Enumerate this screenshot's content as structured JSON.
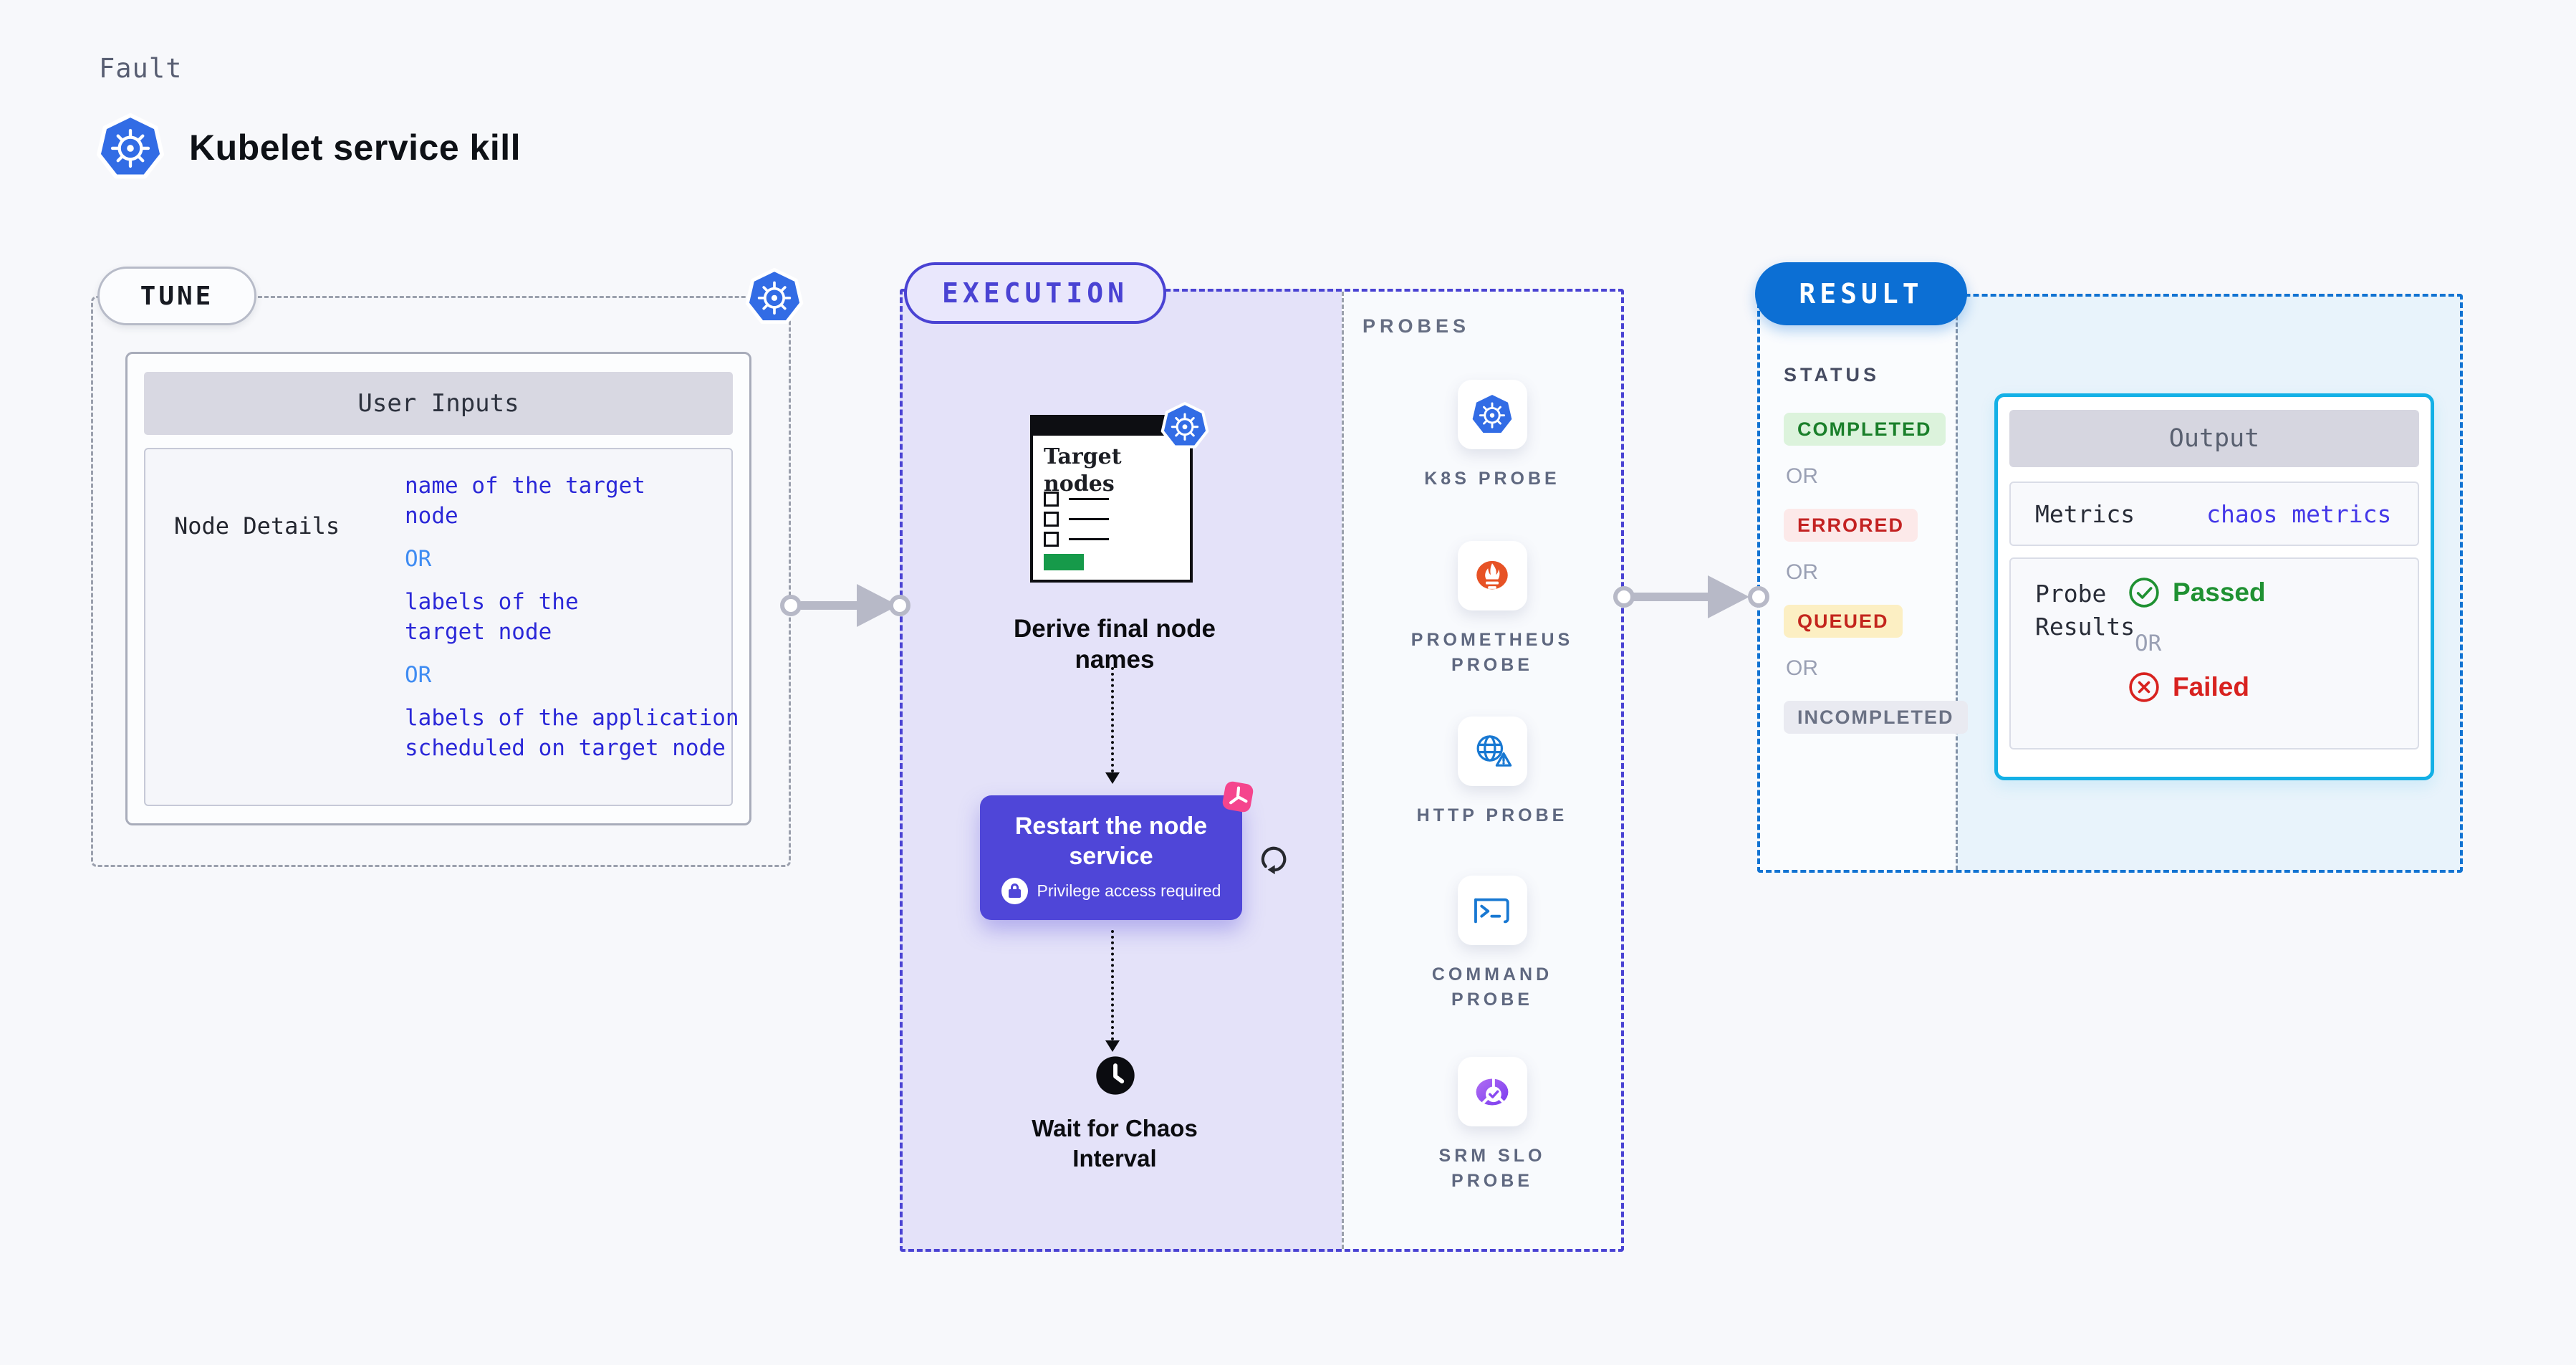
{
  "header": {
    "kicker": "Fault",
    "title": "Kubelet service kill"
  },
  "tune": {
    "badge": "TUNE",
    "table_header": "User Inputs",
    "row_label": "Node Details",
    "values": {
      "v1": "name of the target\nnode",
      "or1": "OR",
      "v2": "labels of the\ntarget node",
      "or2": "OR",
      "v3": "labels of the application\n scheduled on target node"
    }
  },
  "execution": {
    "badge": "EXECUTION",
    "target_card": {
      "title": "Target nodes"
    },
    "derive_label": "Derive final node names",
    "restart_card": {
      "title": "Restart the node service",
      "note": "Privilege access required"
    },
    "wait_label": "Wait for Chaos Interval"
  },
  "probes": {
    "label": "PROBES",
    "items": [
      {
        "label": "K8S PROBE",
        "icon": "kubernetes-icon"
      },
      {
        "label": "PROMETHEUS PROBE",
        "icon": "prometheus-icon"
      },
      {
        "label": "HTTP PROBE",
        "icon": "http-globe-icon"
      },
      {
        "label": "COMMAND PROBE",
        "icon": "terminal-icon"
      },
      {
        "label": "SRM SLO PROBE",
        "icon": "srm-slo-icon"
      }
    ]
  },
  "result": {
    "badge": "RESULT",
    "status_label": "STATUS",
    "or": "OR",
    "statuses": [
      {
        "label": "COMPLETED"
      },
      {
        "label": "ERRORED"
      },
      {
        "label": "QUEUED"
      },
      {
        "label": "INCOMPLETED"
      }
    ],
    "output": {
      "header": "Output",
      "metrics_label": "Metrics",
      "metrics_value": "chaos metrics",
      "probe_results_label": "Probe Results",
      "passed": "Passed",
      "or": "OR",
      "failed": "Failed"
    }
  },
  "colors": {
    "accent_indigo": "#4A43D3",
    "restart_card_indigo": "#4F46D8",
    "result_blue": "#0C6FD4",
    "output_border_cyan": "#13B0E6",
    "kubernetes_blue": "#326CE5",
    "value_text_blue": "#2B28D8",
    "or_text_blue": "#3F8CF2",
    "completed_green": "#1A7F2A",
    "errored_red": "#C32222",
    "queued_bg_yellow": "#FCEFC3",
    "incompleted_gray": "#6A7184",
    "passed_green": "#1F9132",
    "failed_red": "#D8221F",
    "litmus_pink": "#F5458D",
    "prometheus_orange": "#E75225",
    "execution_lavender_bg": "#E4E2F9"
  }
}
